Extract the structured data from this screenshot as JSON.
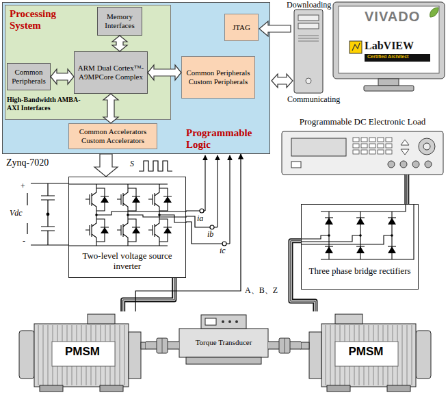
{
  "diagram": {
    "nodes": [
      {
        "text": [
          "Programmable Logic",
          "Zynq-7020"
        ]
      },
      {
        "text": [
          "Processing System",
          "High-Bandwidth AMBA-AXI Interfaces"
        ],
        "in": 0
      },
      {
        "text": [
          "Memory Interfaces"
        ],
        "in": 1
      },
      {
        "text": [
          "ARM Dual Cortex™-A9MPCore Complex"
        ],
        "in": 1
      },
      {
        "text": [
          "Common Peripherals"
        ],
        "in": 1
      },
      {
        "text": [
          "Common Peripherals",
          "Custom Peripherals"
        ],
        "in": 0
      },
      {
        "text": [
          "JTAG"
        ],
        "in": 0
      },
      {
        "text": [
          "Common Accelerators",
          "Custom Accelerators"
        ],
        "in": 0
      },
      {
        "text": [
          "VIVADO",
          "LabVIEW",
          "Certified Architect"
        ]
      },
      {
        "text": [
          "Programmable DC Electronic Load"
        ]
      },
      {
        "text": [
          "Two-level voltage source inverter"
        ]
      },
      {
        "text": [
          "Three phase bridge rectifiers"
        ]
      },
      {
        "text": [
          "PMSM"
        ]
      },
      {
        "text": [
          "Torque Transducer"
        ]
      },
      {
        "text": [
          "PMSM"
        ]
      }
    ],
    "edges": [
      {
        "from": 2,
        "to": 3,
        "arrow": "both"
      },
      {
        "from": 4,
        "to": 3,
        "arrow": "both"
      },
      {
        "from": 3,
        "to": 5,
        "arrow": "both"
      },
      {
        "from": 3,
        "to": 7,
        "arrow": "both"
      },
      {
        "from": 0,
        "to": 10,
        "arrow": "to"
      },
      {
        "from": 10,
        "to": 12,
        "arrow": "none"
      },
      {
        "from": 12,
        "to": 0,
        "arrow": "to",
        "label": "A、B、Z"
      },
      {
        "from": 12,
        "to": 13,
        "arrow": "none"
      },
      {
        "from": 13,
        "to": 14,
        "arrow": "none"
      },
      {
        "from": 14,
        "to": 11,
        "arrow": "none"
      },
      {
        "from": 11,
        "to": 9,
        "arrow": "none"
      }
    ],
    "labels": [
      "Downloading",
      "Communicating",
      "S",
      "+",
      "-",
      "Vdc",
      "ia",
      "ib",
      "ic"
    ]
  }
}
